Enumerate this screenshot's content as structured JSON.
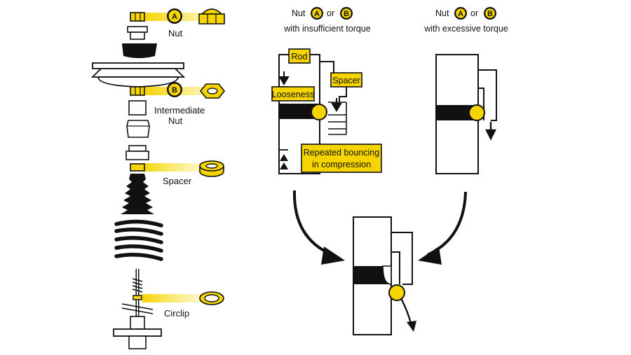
{
  "colors": {
    "accent": "#f5d400",
    "ink": "#111111",
    "paper": "#ffffff"
  },
  "exploded_view": {
    "nut_label": "Nut",
    "intermediate_label_line1": "Intermediate",
    "intermediate_label_line2": "Nut",
    "spacer_label": "Spacer",
    "circlip_label": "Circlip",
    "badge_a": "A",
    "badge_b": "B"
  },
  "panel_insufficient": {
    "title_prefix": "Nut",
    "badge_a": "A",
    "or_text": "or",
    "badge_b": "B",
    "title_line2": "with insufficient torque",
    "rod_label": "Rod",
    "spacer_label": "Spacer",
    "looseness_label": "Looseness",
    "bouncing_line1": "Repeated bouncing",
    "bouncing_line2": "in compression"
  },
  "panel_excessive": {
    "title_prefix": "Nut",
    "badge_a": "A",
    "or_text": "or",
    "badge_b": "B",
    "title_line2": "with excessive torque"
  }
}
